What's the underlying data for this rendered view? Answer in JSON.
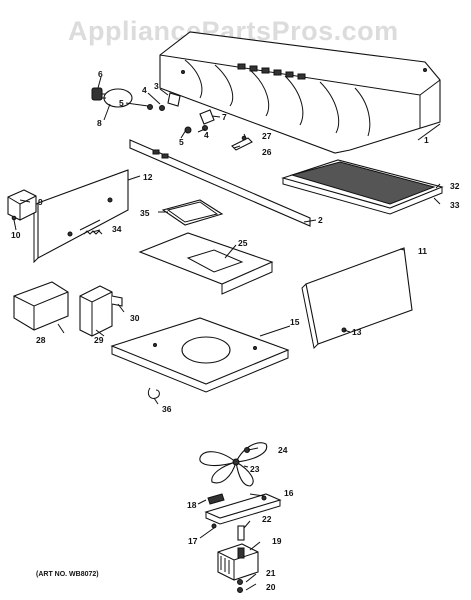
{
  "watermark": "AppliancePartsPros.com",
  "art_number": "(ART NO. WB8072)",
  "callouts": [
    "1",
    "2",
    "3",
    "4",
    "5",
    "6",
    "7",
    "8",
    "9",
    "10",
    "11",
    "12",
    "13",
    "15",
    "16",
    "17",
    "18",
    "19",
    "20",
    "21",
    "22",
    "23",
    "24",
    "25",
    "26",
    "27",
    "28",
    "29",
    "30",
    "32",
    "33",
    "34",
    "35",
    "36"
  ]
}
